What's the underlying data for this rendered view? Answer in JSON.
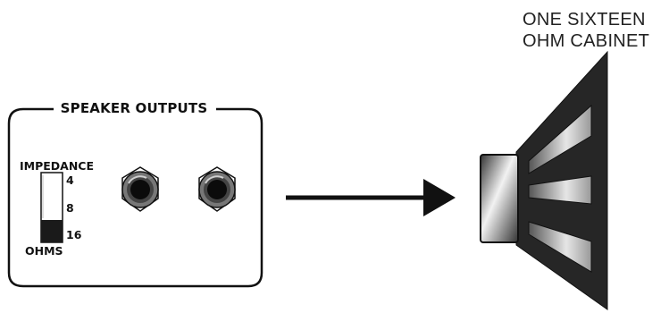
{
  "panel": {
    "title": "SPEAKER OUTPUTS",
    "impedance_label": "IMPEDANCE",
    "ohms_label": "OHMS",
    "switch_marks": [
      "4",
      "8",
      "16"
    ],
    "selected_impedance": "16"
  },
  "cabinet": {
    "title_line1": "ONE SIXTEEN",
    "title_line2": "OHM CABINET"
  },
  "arrow": {
    "from": "speaker-outputs",
    "to": "speaker-cabinet"
  },
  "jacks": {
    "count": 2
  }
}
